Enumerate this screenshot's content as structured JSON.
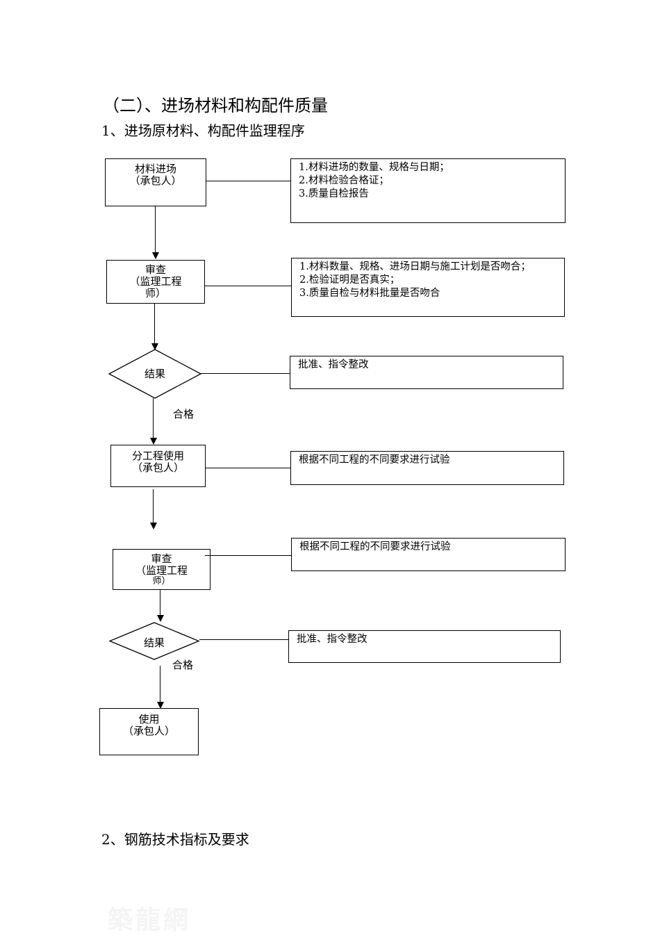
{
  "headings": {
    "main": "（二）、进场材料和构配件质量",
    "sub1": "1、进场原材料、构配件监理程序",
    "sub2": "2、钢筋技术指标及要求"
  },
  "flow": {
    "step1": {
      "line1": "材料进场",
      "line2": "（承包人）"
    },
    "step2": {
      "line1": "审查",
      "line2": "（监理工程",
      "line3": "师）"
    },
    "decision1": {
      "label": "结果",
      "pass": "合格"
    },
    "step3": {
      "line1": "分工程使用",
      "line2": "（承包人）"
    },
    "step4": {
      "line1": "审查",
      "line2": "（监理工程",
      "line3": "师）"
    },
    "decision2": {
      "label": "结果",
      "pass": "合格"
    },
    "step5": {
      "line1": "使用",
      "line2": "（承包人）"
    }
  },
  "notes": {
    "note1": [
      "1.材料进场的数量、规格与日期；",
      "2.材料检验合格证；",
      "3.质量自检报告"
    ],
    "note2": [
      "1.材料数量、规格、进场日期与施工计划是否吻合；",
      "2.检验证明是否真实；",
      "3.质量自检与材料批量是否吻合"
    ],
    "note3": [
      "批准、指令整改"
    ],
    "note4": [
      "根据不同工程的不同要求进行试验"
    ],
    "note5": [
      "根据不同工程的不同要求进行试验"
    ],
    "note6": [
      "批准、指令整改"
    ]
  },
  "watermark": "築龍網"
}
